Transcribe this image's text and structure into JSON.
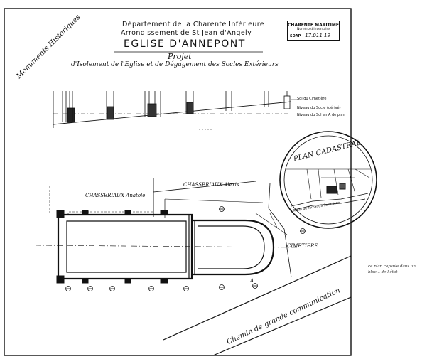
{
  "header": {
    "department": "Département de la Charente Inférieure",
    "arrondissement": "Arrondissement de St Jean d'Angely",
    "title": "EGLISE D'ANNEPONT",
    "project": "Projet",
    "subtitle": "d'Isolement de l'Eglise et de Dégagement des Socles Extérieurs"
  },
  "corner_label": "Monuments Historiques",
  "stamp": {
    "line1": "CHARENTE MARITIME",
    "line2": "Numéro d'inventaire",
    "line3": "SDAP",
    "number": "17.011.19"
  },
  "elevation_labels": {
    "cemetery_ground": "Sol du Cimetière",
    "socle_level": "Niveau du Socle (dérivé)",
    "ground_level": "Niveau du Sol en A de plan"
  },
  "cadastral": {
    "title": "PLAN CADASTRAL",
    "road_label": "Route de Ternant à Saint-Jean"
  },
  "plan_labels": {
    "owner1": "CHASSERIAUX Anatole",
    "owner2": "CHASSERIAUX Alexis",
    "cemetery": "CIMETIERE",
    "point_a": "A",
    "road": "Chemin de grande communication"
  },
  "handwritten_note": "ce plan capsule dans un bloc... de l'état"
}
